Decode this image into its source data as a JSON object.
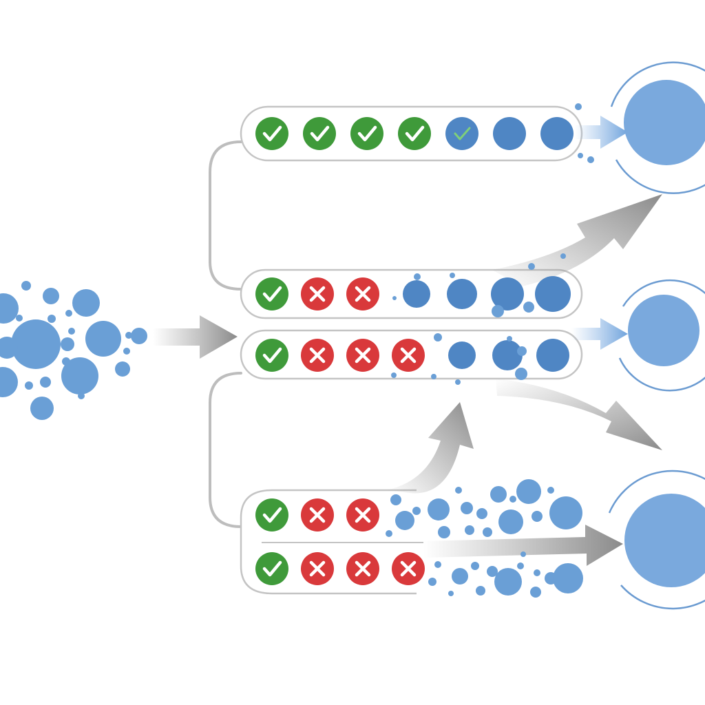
{
  "colors": {
    "pass": "#3f9a3a",
    "fail": "#d9393b",
    "particle": "#6a9fd6",
    "particle_dark": "#4f86c4",
    "target": "#7aa9dd",
    "target_ring": "#6b9bd1",
    "arrow_gray": "#8c8c8c",
    "connector": "#bdbdbd",
    "pill_border": "#c8c8c8"
  },
  "icons": {
    "pass": "check-icon",
    "fail": "cross-icon"
  },
  "pipelines": [
    {
      "id": "filter-1",
      "results": [
        "pass",
        "pass",
        "pass",
        "pass",
        "partial"
      ],
      "pending": 2
    },
    {
      "id": "filter-2",
      "results": [
        "pass",
        "fail",
        "fail"
      ],
      "pending": 4
    },
    {
      "id": "filter-3",
      "results": [
        "pass",
        "fail",
        "fail",
        "fail"
      ],
      "pending": 3
    },
    {
      "id": "filter-4",
      "results": [
        "pass",
        "fail",
        "fail"
      ],
      "pending": 0
    },
    {
      "id": "filter-5",
      "results": [
        "pass",
        "fail",
        "fail",
        "fail"
      ],
      "pending": 0
    }
  ],
  "targets": [
    "target-top",
    "target-middle",
    "target-bottom"
  ]
}
